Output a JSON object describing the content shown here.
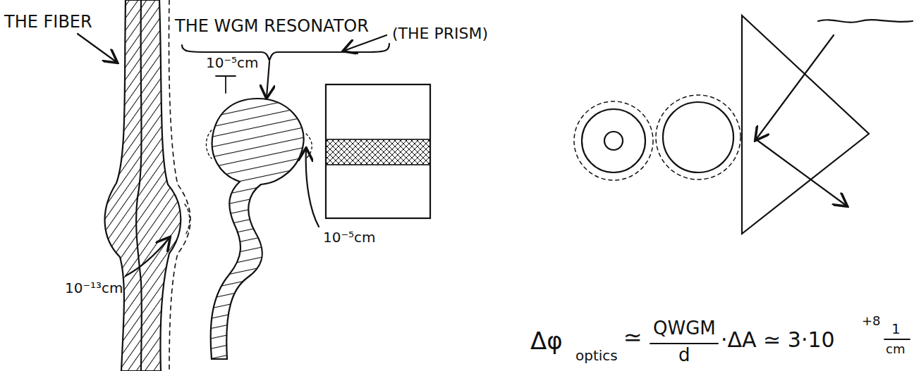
{
  "diagram": {
    "labels": [
      "THE FIBER",
      "THE WGM RESONATOR",
      "(THE PRISM)",
      "10⁻⁵cm",
      "10⁻⁵cm",
      "10⁻¹³cm",
      "Δφ",
      "optics",
      "≃",
      "QWGM",
      "d",
      "·ΔA ≃ 3·10",
      "+8",
      "1",
      "cm"
    ]
  }
}
